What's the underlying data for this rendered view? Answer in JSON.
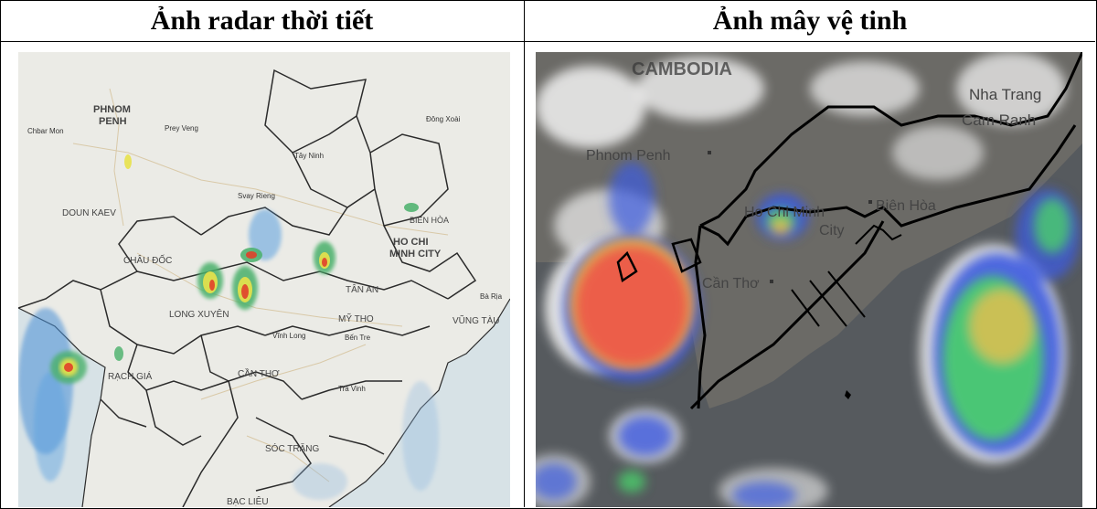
{
  "panels": {
    "left": {
      "title": "Ảnh radar thời tiết",
      "labels": {
        "phnom": "PHNOM",
        "penh": "PENH",
        "chbar_mon": "Chbar Mon",
        "prey_veng": "Prey Veng",
        "dong_xoai": "Đông Xoài",
        "tay_ninh": "Tây Ninh",
        "svay_rieng": "Svay Rieng",
        "doun_kaev": "DOUN KAEV",
        "bien_hoa": "BIÊN HÒA",
        "ho_chi": "HO CHI",
        "minh_city": "MINH CITY",
        "chau_doc": "CHÂU ĐỐC",
        "tan_an": "TÂN AN",
        "ba_ria": "Bà Rịa",
        "long_xuyen": "LONG XUYÊN",
        "my_tho": "MỸ THO",
        "vung_tau": "VŨNG TÀU",
        "vinh_long": "Vĩnh Long",
        "ben_tre": "Bến Tre",
        "rach_gia": "RẠCH GIÁ",
        "can_tho": "CẦN THƠ",
        "tra_vinh": "Trà Vinh",
        "soc_trang": "SÓC TRĂNG",
        "bac_lieu": "BẠC LIÊU"
      }
    },
    "right": {
      "title": "Ảnh mây vệ tinh",
      "labels": {
        "cambodia": "CAMBODIA",
        "phnom_penh": "Phnom Penh",
        "nha_trang": "Nha Trang",
        "cam_ranh": "Cam Ranh",
        "ho_chi_minh": "Ho Chi Minh",
        "city": "City",
        "bien_hoa": "Biên Hòa",
        "can_tho": "Cần Thơ"
      }
    }
  }
}
